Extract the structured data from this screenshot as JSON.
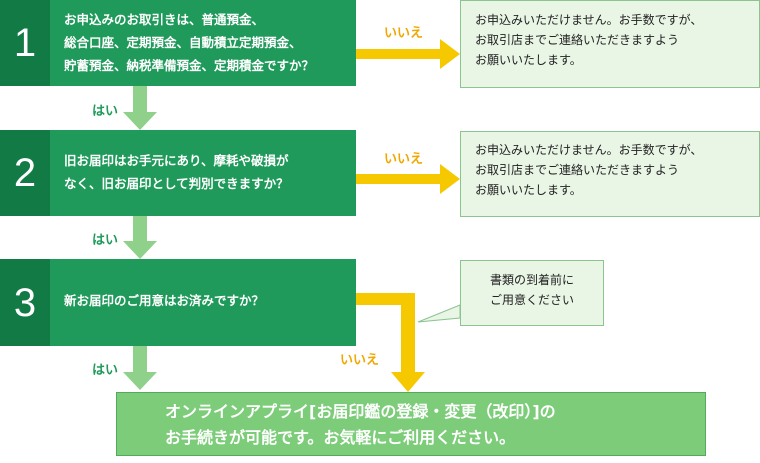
{
  "steps": [
    {
      "number": "1",
      "question": "お申込みのお取引きは、普通預金、\n総合口座、定期預金、自動積立定期預金、\n貯蓄預金、納税準備預金、定期積金ですか？"
    },
    {
      "number": "2",
      "question": "旧お届印はお手元にあり、摩耗や破損が\nなく、旧お届印として判別できますか？"
    },
    {
      "number": "3",
      "question": "新お届印のご用意はお済みですか？"
    }
  ],
  "answers": {
    "yes": "はい",
    "no": "いいえ"
  },
  "messages": [
    "お申込みいただけません。お手数ですが、\nお取引店までご連絡いただきますよう\nお願いいたします。",
    "お申込みいただけません。お手数ですが、\nお取引店までご連絡いただきますよう\nお願いいたします。",
    "書類の到着前に\nご用意ください"
  ],
  "final": "オンラインアプライ[お届印鑑の登録・変更（改印）]の\nお手続きが可能です。お気軽にご利用ください。",
  "colors": {
    "step": "#1f9a5a",
    "step_num": "#117a45",
    "yes": "#1f9a5a",
    "no": "#f0a800",
    "arrow_down": "#8fd08a",
    "arrow_no": "#f5c800",
    "box_fill": "#e9f5e5",
    "final_fill": "#7dcc7a"
  }
}
